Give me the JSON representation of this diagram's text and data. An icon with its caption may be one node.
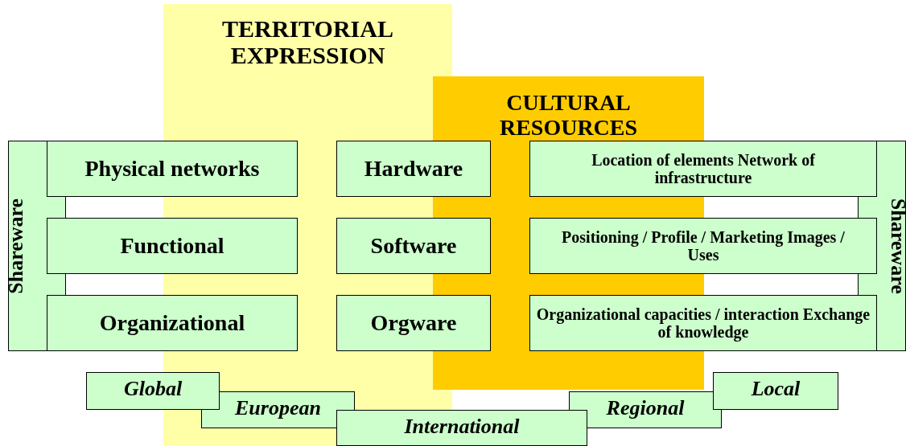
{
  "diagram": {
    "nodes": [
      {
        "text": [
          "TERRITORIAL EXPRESSION"
        ]
      },
      {
        "text": [
          "CULTURAL RESOURCES"
        ]
      },
      {
        "text": [
          "Shareware"
        ]
      },
      {
        "text": [
          "Physical networks"
        ]
      },
      {
        "text": [
          "Functional"
        ]
      },
      {
        "text": [
          "Organizational"
        ]
      },
      {
        "text": [
          "Hardware"
        ]
      },
      {
        "text": [
          "Software"
        ]
      },
      {
        "text": [
          "Orgware"
        ]
      },
      {
        "text": [
          "Location of elements Network of infrastructure"
        ]
      },
      {
        "text": [
          "Positioning / Profile / Marketing Images / Uses"
        ]
      },
      {
        "text": [
          "Organizational capacities / interaction Exchange of knowledge"
        ]
      },
      {
        "text": [
          "Shareware"
        ]
      },
      {
        "text": [
          "Global"
        ]
      },
      {
        "text": [
          "European"
        ],
        "in": 0
      },
      {
        "text": [
          "International"
        ]
      },
      {
        "text": [
          "Regional"
        ]
      },
      {
        "text": [
          "Local"
        ]
      }
    ]
  }
}
